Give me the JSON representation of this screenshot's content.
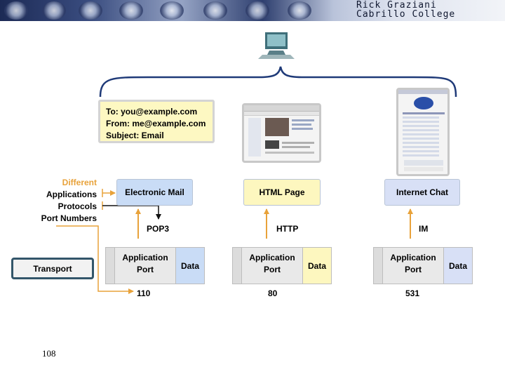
{
  "header": {
    "author": "Rick Graziani",
    "institution": "Cabrillo College"
  },
  "email_note": {
    "to": "To: you@example.com",
    "from": "From: me@example.com",
    "subject": "Subject: Email"
  },
  "side_labels": [
    "Different",
    "Applications",
    "Protocols",
    "Port Numbers"
  ],
  "transport_label": "Transport",
  "columns": [
    {
      "app": "Electronic Mail",
      "protocol": "POP3",
      "header_line1": "Application",
      "header_line2": "Port",
      "data": "Data",
      "port": "110"
    },
    {
      "app": "HTML Page",
      "protocol": "HTTP",
      "header_line1": "Application",
      "header_line2": "Port",
      "data": "Data",
      "port": "80"
    },
    {
      "app": "Internet Chat",
      "protocol": "IM",
      "header_line1": "Application",
      "header_line2": "Port",
      "data": "Data",
      "port": "531"
    }
  ],
  "colors": {
    "accent_orange": "#e8a23a",
    "bracket_navy": "#1f3a78",
    "data_blue": "#c9dcf6",
    "data_yellow": "#fdf7bf",
    "data_lavender": "#d8e0f6"
  },
  "icons": [
    "computer-icon",
    "webpage-screenshot",
    "chat-screenshot"
  ],
  "slide_number": "108"
}
